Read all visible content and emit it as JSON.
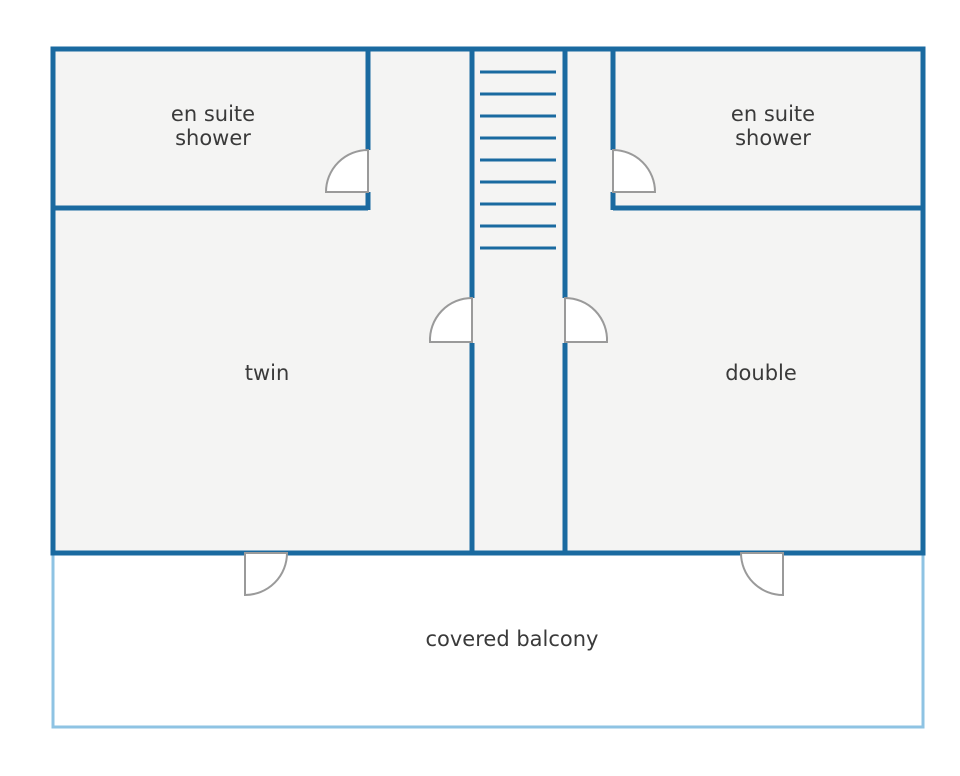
{
  "colors": {
    "wall": "#1a6aa0",
    "balcony_outline": "#8ec3e3",
    "room_fill": "#f4f4f3",
    "door": "#9a9a9a",
    "text": "#3a3a3a"
  },
  "rooms": {
    "ensuite_left": {
      "line1": "en suite",
      "line2": "shower"
    },
    "ensuite_right": {
      "line1": "en suite",
      "line2": "shower"
    },
    "twin": {
      "label": "twin"
    },
    "double": {
      "label": "double"
    },
    "balcony": {
      "label": "covered balcony"
    }
  }
}
